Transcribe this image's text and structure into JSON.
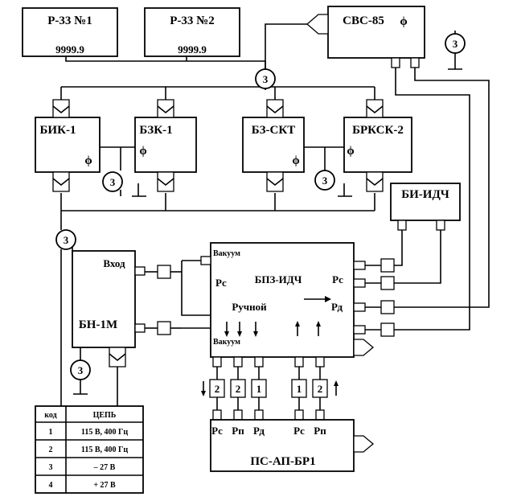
{
  "blocks": {
    "r33_1": {
      "label": "Р-33 №1",
      "value": "9999.9"
    },
    "r33_2": {
      "label": "Р-33 №2",
      "value": "9999.9"
    },
    "cbc85": {
      "label": "СВС-85"
    },
    "bik1": {
      "label": "БИК-1"
    },
    "bzk1": {
      "label": "БЗК-1"
    },
    "bzskt": {
      "label": "БЗ-СКТ"
    },
    "brksk2": {
      "label": "БРКСК-2"
    },
    "biidch": {
      "label": "БИ-ИДЧ"
    },
    "bn1m": {
      "label": "БН-1М",
      "input_label": "Вход"
    },
    "bpzidch": {
      "label": "БПЗ-ИДЧ",
      "vacuum_top": "Вакуум",
      "vacuum_bottom": "Вакуум",
      "manual": "Ручной",
      "pc_left": "Рс",
      "pc_right": "Рс",
      "pd_right": "Рд"
    },
    "psapbr1": {
      "label": "ПС-АП-БР1",
      "ports": [
        "Рс",
        "Рп",
        "Рд",
        "Рс",
        "Рп"
      ]
    }
  },
  "symbols": {
    "phi": "ϕ",
    "ground_mark": "3"
  },
  "connectors": [
    "2",
    "2",
    "1",
    "1",
    "2"
  ],
  "legend": {
    "headers": [
      "код",
      "ЦЕПЬ"
    ],
    "rows": [
      {
        "code": "1",
        "circuit": "115 В, 400 Гц"
      },
      {
        "code": "2",
        "circuit": "115 В, 400 Гц"
      },
      {
        "code": "3",
        "circuit": "– 27 В"
      },
      {
        "code": "4",
        "circuit": "+ 27 В"
      }
    ]
  }
}
